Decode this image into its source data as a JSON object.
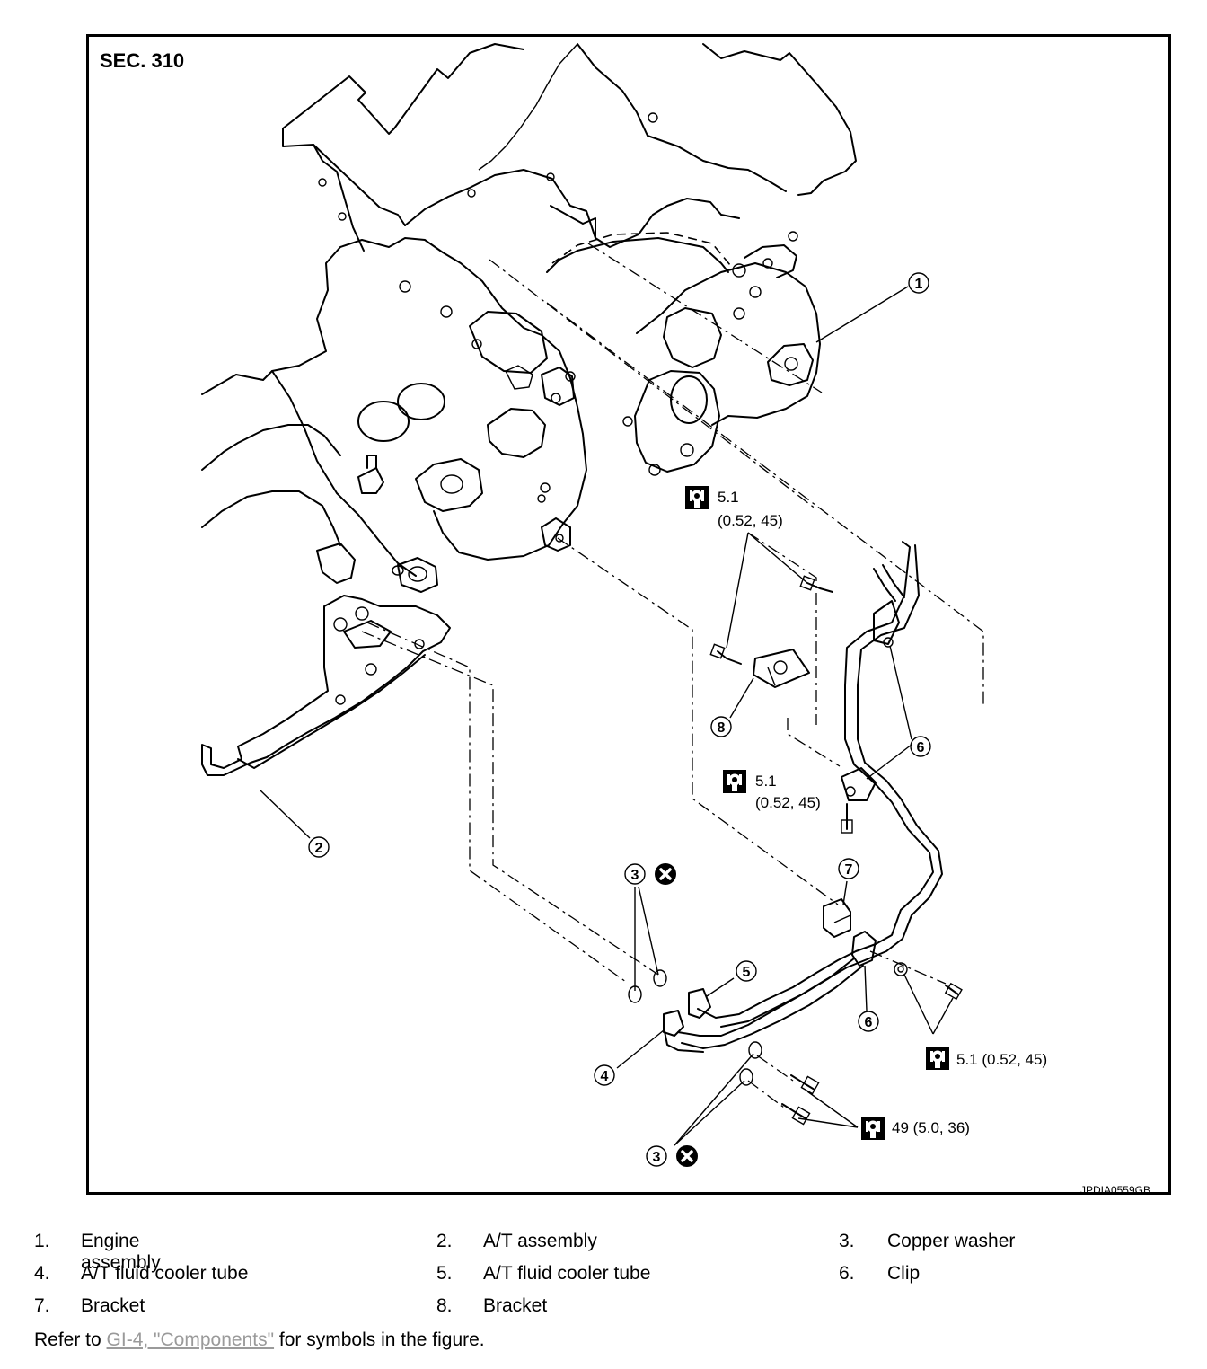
{
  "figure": {
    "section_label": "SEC. 310",
    "figure_id": "JPDIA0559GB",
    "callouts": [
      "1",
      "2",
      "3",
      "4",
      "5",
      "6",
      "7",
      "8"
    ],
    "torque_specs": {
      "t_a_value": "5.1",
      "t_a_detail": "(0.52, 45)",
      "t_b_value": "5.1",
      "t_b_detail": "(0.52, 45)",
      "t_c": "5.1 (0.52, 45)",
      "t_d": "49 (5.0, 36)"
    },
    "icons": [
      "torque-wrench-icon",
      "do-not-reuse-icon"
    ]
  },
  "legend": {
    "items": [
      {
        "num": "1.",
        "label": "Engine assembly"
      },
      {
        "num": "2.",
        "label": "A/T assembly"
      },
      {
        "num": "3.",
        "label": "Copper washer"
      },
      {
        "num": "4.",
        "label": "A/T fluid cooler tube"
      },
      {
        "num": "5.",
        "label": "A/T fluid cooler tube"
      },
      {
        "num": "6.",
        "label": "Clip"
      },
      {
        "num": "7.",
        "label": "Bracket"
      },
      {
        "num": "8.",
        "label": "Bracket"
      }
    ]
  },
  "refer": {
    "prefix": "Refer to ",
    "link_text": "GI-4, \"Components\"",
    "suffix": " for symbols in the figure."
  }
}
